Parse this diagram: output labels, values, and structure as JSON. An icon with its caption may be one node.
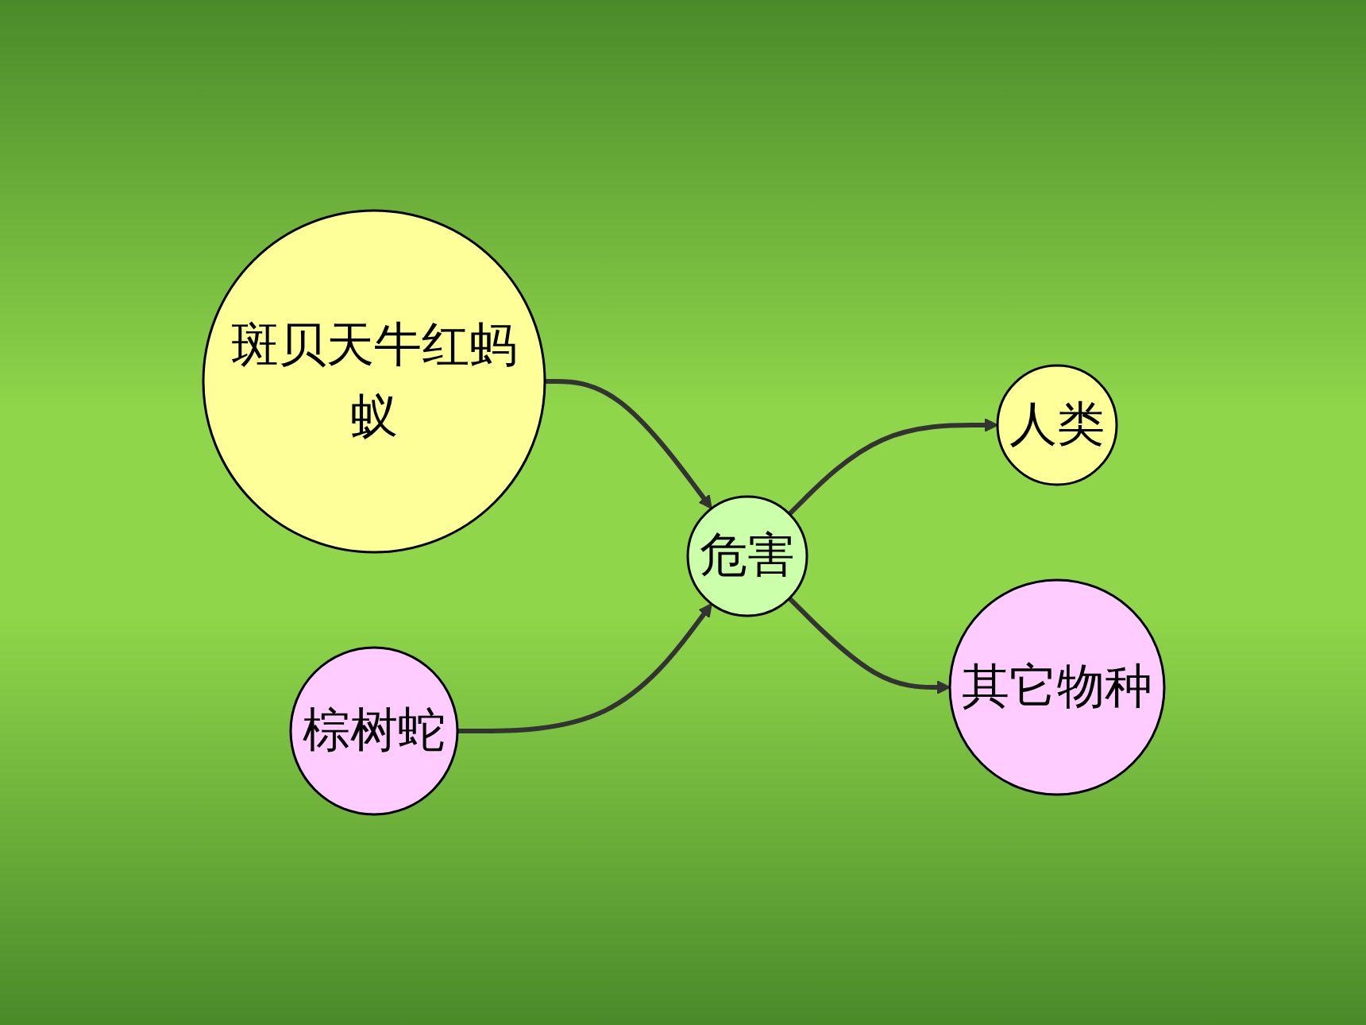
{
  "diagram": {
    "nodes": [
      {
        "text": [
          "斑贝天牛红蚂蚁"
        ]
      },
      {
        "text": [
          "棕树蛇"
        ]
      },
      {
        "text": [
          "危害"
        ]
      },
      {
        "text": [
          "人类"
        ]
      },
      {
        "text": [
          "其它物种"
        ]
      }
    ],
    "edges": [
      {
        "from": 0,
        "to": 2,
        "arrow": "to"
      },
      {
        "from": 1,
        "to": 2,
        "arrow": "to"
      },
      {
        "from": 2,
        "to": 3,
        "arrow": "to"
      },
      {
        "from": 2,
        "to": 4,
        "arrow": "to"
      }
    ]
  }
}
